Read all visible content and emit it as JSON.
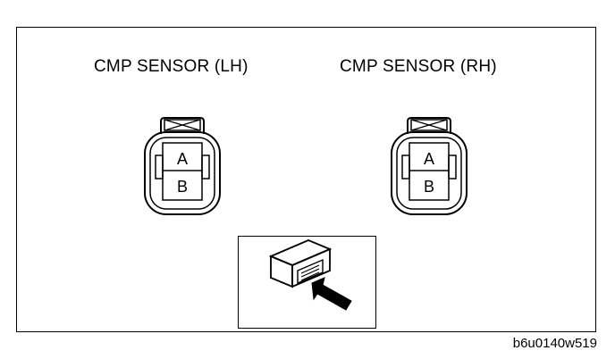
{
  "diagram": {
    "sensors": [
      {
        "title": "CMP SENSOR (LH)",
        "pins": [
          "A",
          "B"
        ]
      },
      {
        "title": "CMP SENSOR (RH)",
        "pins": [
          "A",
          "B"
        ]
      }
    ],
    "inset_icon": "connector-view-arrow-icon",
    "reference_code": "b6u0140w519"
  },
  "colors": {
    "line": "#000000",
    "background": "#ffffff"
  }
}
